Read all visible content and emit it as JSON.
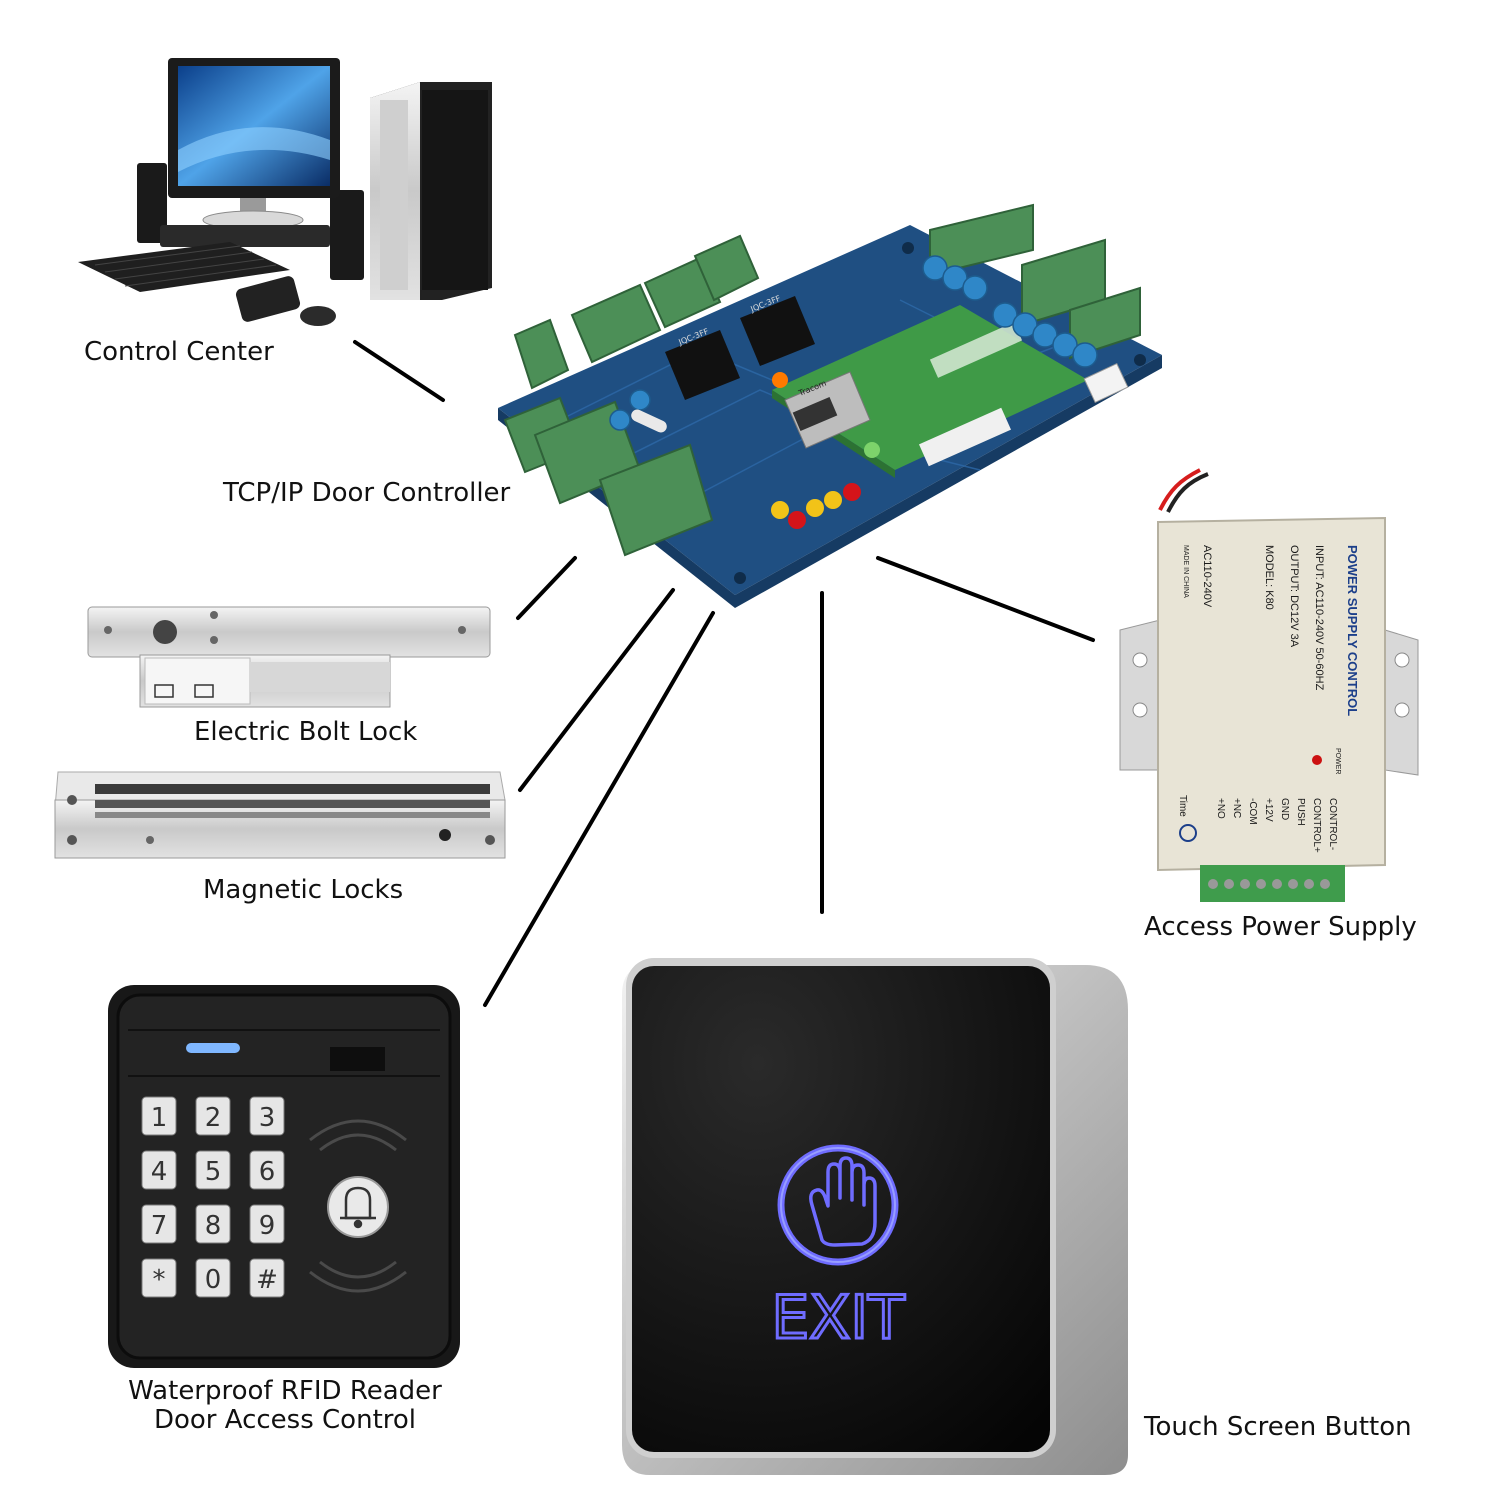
{
  "labels": {
    "control_center": "Control Center",
    "door_controller": "TCP/IP Door Controller",
    "bolt_lock": "Electric Bolt Lock",
    "magnetic_locks": "Magnetic Locks",
    "power_supply": "Access Power Supply",
    "rfid_line1": "Waterproof RFID Reader",
    "rfid_line2": "Door Access Control",
    "touch_button": "Touch Screen Button"
  },
  "board_marks": {
    "relay_brand_1": "JQC-3FF",
    "relay_brand_2": "JQC-3FF",
    "ethernet_brand": "Tracom"
  },
  "psu_text": {
    "title": "POWER SUPPLY CONTROL",
    "input": "INPUT: AC110-240V 50-60HZ",
    "output": "OUTPUT: DC12V 3A",
    "model": "MODEL: K80",
    "ac": "AC110-240V",
    "made": "MADE IN CHINA",
    "power": "POWER",
    "time": "Time",
    "terminals": [
      "CONTROL-",
      "CONTROL+",
      "PUSH",
      "GND",
      "+12V",
      "-COM",
      "+NC",
      "+NO"
    ]
  },
  "keypad": {
    "keys": [
      "1",
      "2",
      "3",
      "4",
      "5",
      "6",
      "7",
      "8",
      "9",
      "*",
      "0",
      "#"
    ]
  },
  "exit_button": {
    "text": "EXIT"
  },
  "colors": {
    "pcb": "#1f4f82",
    "pcb_dark": "#163b63",
    "terminal_green": "#4c8f57",
    "capacitor_blue": "#2f87c8",
    "exit_glow": "#6f6cff",
    "psu_body": "#e8e4d6"
  }
}
